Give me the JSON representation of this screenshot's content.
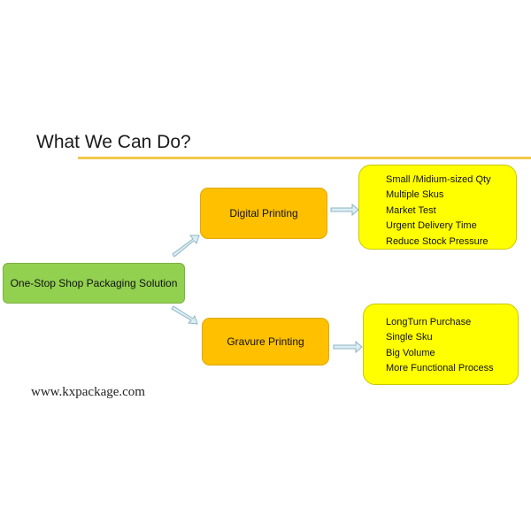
{
  "slide": {
    "title": "What We Can Do?",
    "website": "www.kxpackage.com"
  },
  "diagram": {
    "root": {
      "label": "One-Stop Shop Packaging Solution"
    },
    "branches": [
      {
        "label": "Digital Printing",
        "items": [
          "Small /Midium-sized Qty",
          "Multiple Skus",
          "Market Test",
          "Urgent Delivery Time",
          "Reduce Stock Pressure"
        ]
      },
      {
        "label": "Gravure Printing",
        "items": [
          "LongTurn Purchase",
          "Single Sku",
          "Big Volume",
          "More Functional Process"
        ]
      }
    ]
  },
  "colors": {
    "accent_rule": "#f2c94c",
    "root_fill": "#92d050",
    "branch_fill": "#ffc000",
    "list_fill": "#ffff00",
    "arrow_fill": "#dbeef4",
    "arrow_stroke": "#8fb4c3"
  }
}
